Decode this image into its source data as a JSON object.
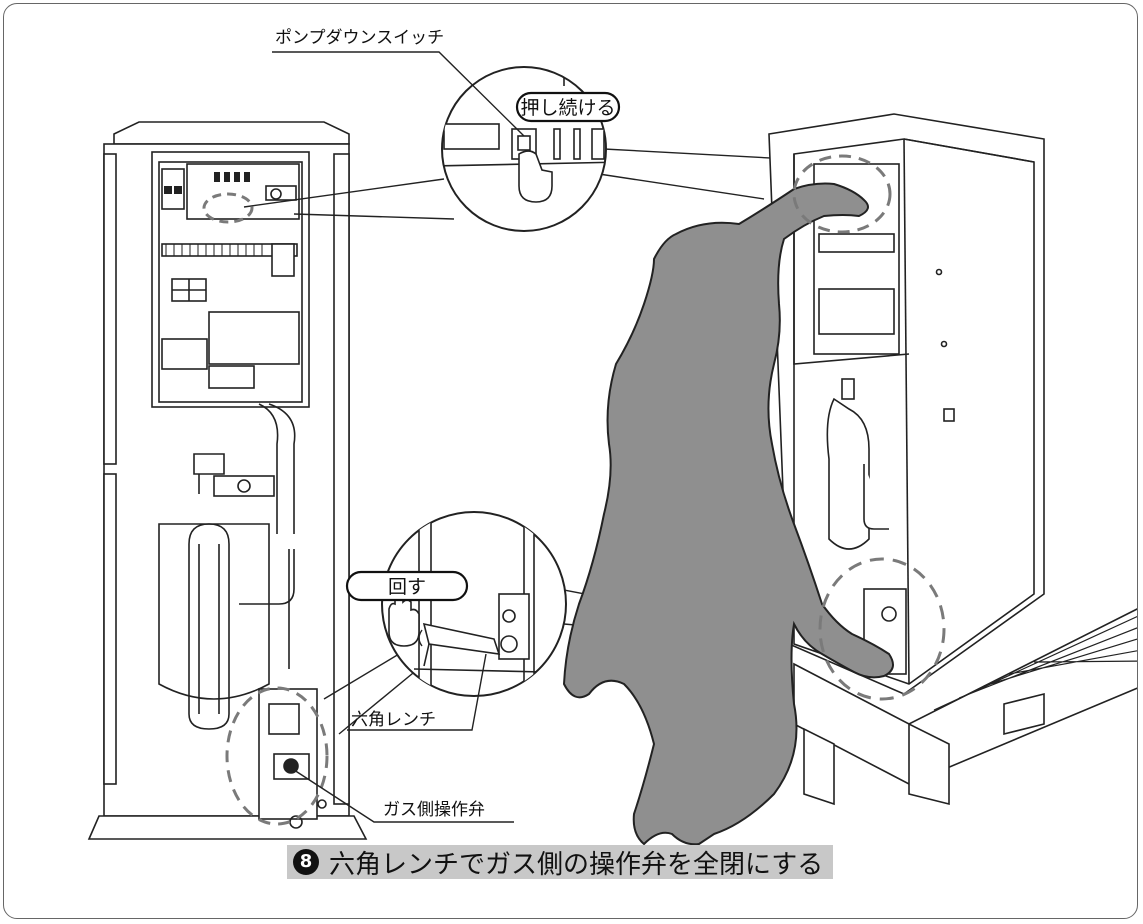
{
  "labels": {
    "pump_down_switch": "ポンプダウンスイッチ",
    "keep_pressing": "押し続ける",
    "turn": "回す",
    "hex_wrench": "六角レンチ",
    "gas_valve": "ガス側操作弁"
  },
  "caption": {
    "step_number": "8",
    "text": "六角レンチでガス側の操作弁を全閉にする"
  },
  "colors": {
    "silhouette": "#8f8f8f",
    "caption_bg": "#c8c8c8",
    "dash": "#7a7a7a"
  }
}
